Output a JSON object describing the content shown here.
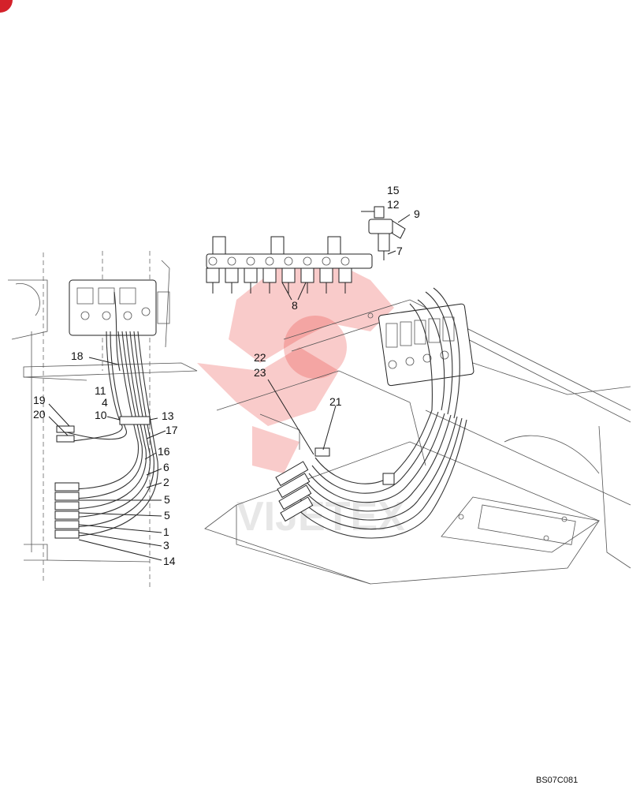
{
  "diagram": {
    "code": "BS07C081",
    "watermark_text": "VIJETEX",
    "callouts": [
      "15",
      "12",
      "9",
      "7",
      "8",
      "18",
      "11",
      "4",
      "10",
      "13",
      "19",
      "20",
      "17",
      "16",
      "6",
      "2",
      "5",
      "5",
      "1",
      "3",
      "14",
      "22",
      "23",
      "21"
    ]
  }
}
